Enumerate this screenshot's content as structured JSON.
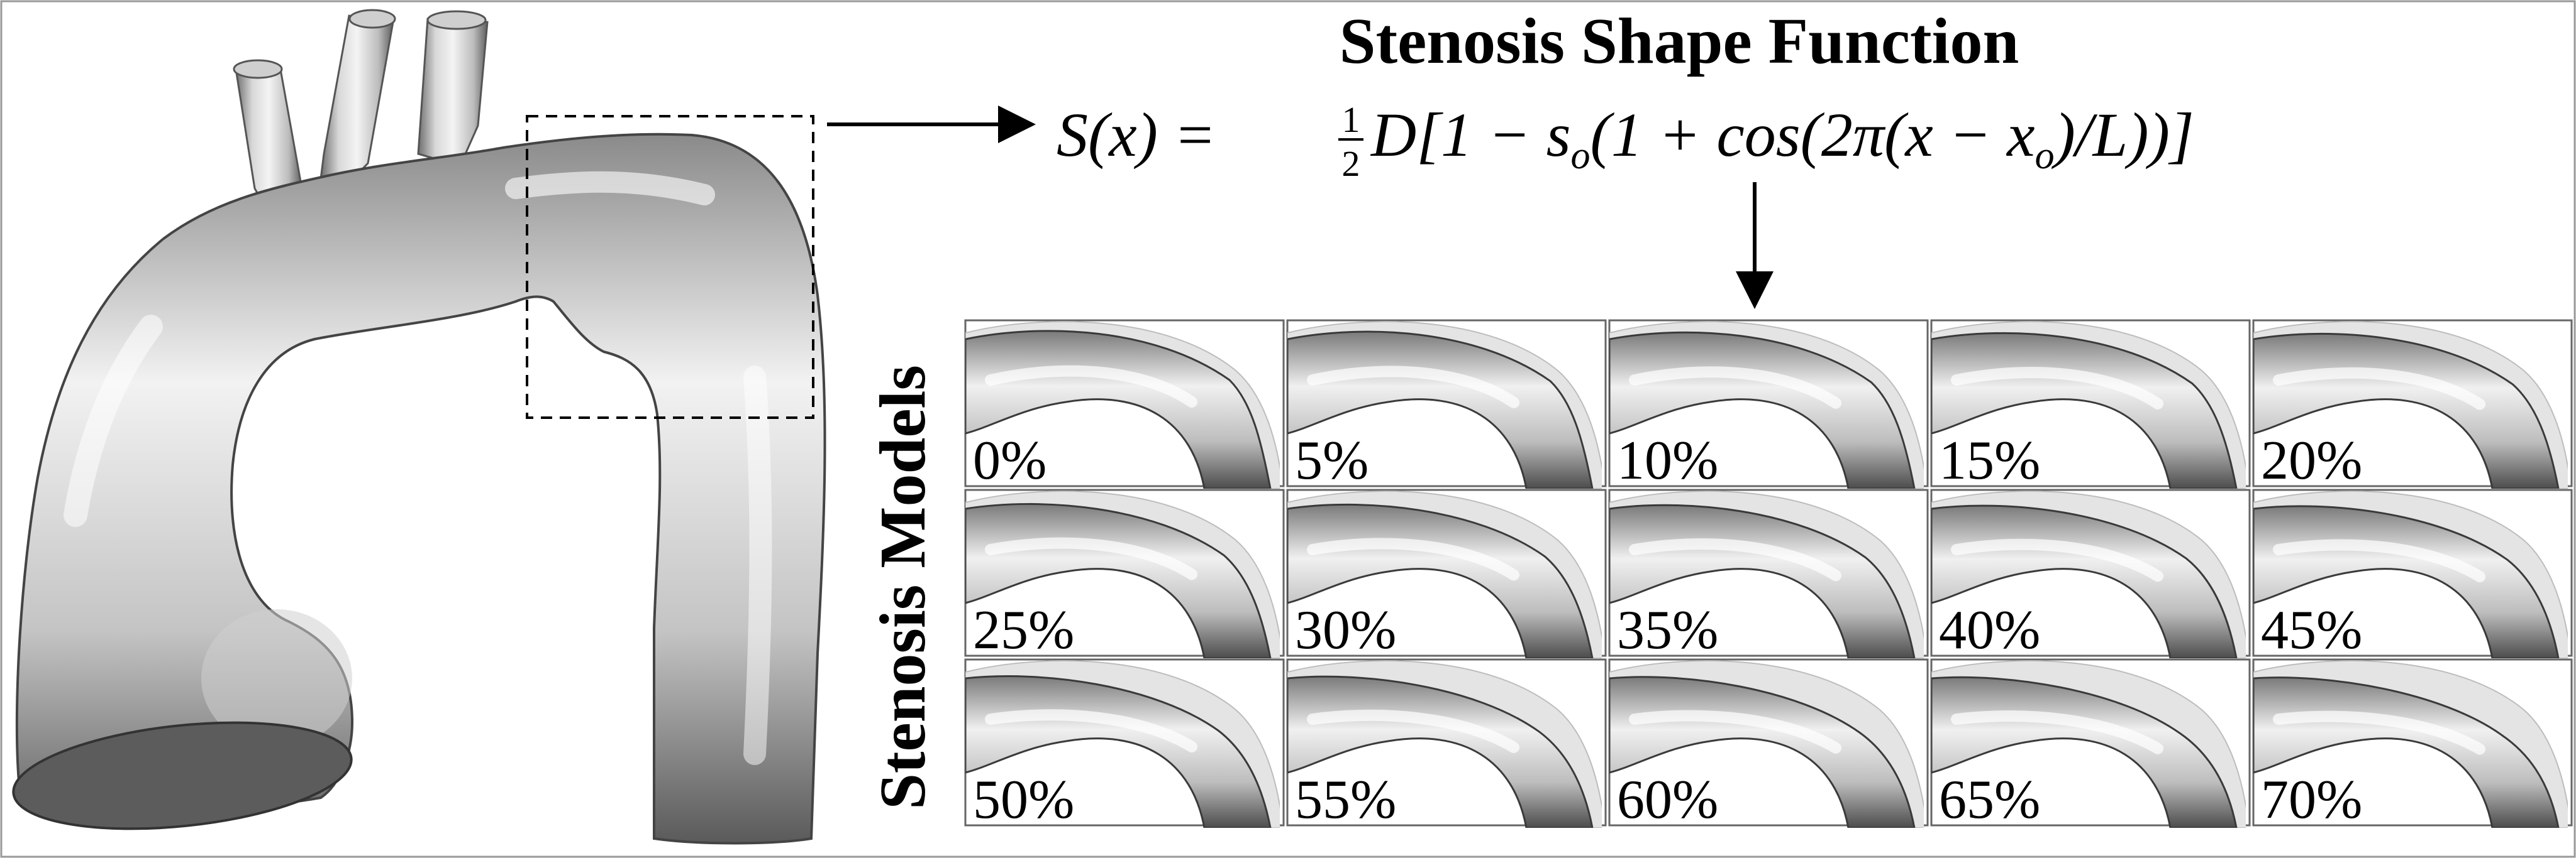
{
  "title": "Stenosis Shape Function",
  "equation": {
    "lhs": "S(x) =",
    "frac_num": "1",
    "frac_den": "2",
    "rhs": "D[1 − s",
    "sub1": "o",
    "rhs2": "(1 + cos(2π(x − x",
    "sub2": "o",
    "rhs3": ")/L))]"
  },
  "side_label": "Stenosis Models",
  "models": [
    "0%",
    "5%",
    "10%",
    "15%",
    "20%",
    "25%",
    "30%",
    "35%",
    "40%",
    "45%",
    "50%",
    "55%",
    "60%",
    "65%",
    "70%"
  ],
  "stenosis_fraction": [
    0,
    0.05,
    0.1,
    0.15,
    0.2,
    0.25,
    0.3,
    0.35,
    0.4,
    0.45,
    0.5,
    0.55,
    0.6,
    0.65,
    0.7
  ]
}
